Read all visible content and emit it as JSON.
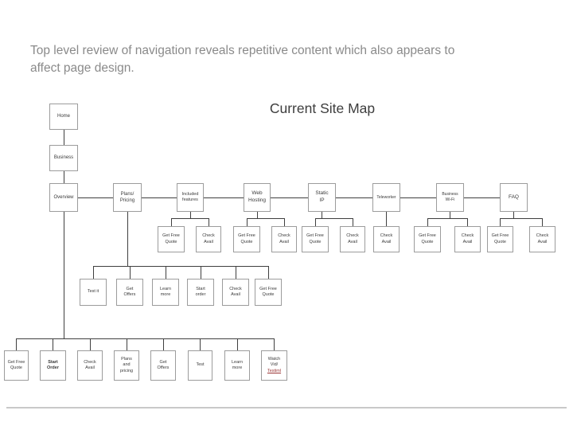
{
  "heading": {
    "lines": [
      "Top level review of navigation reveals repetitive content which also appears to",
      "affect page design."
    ]
  },
  "diagram_title": "Current Site Map",
  "colors": {
    "heading_text": "#8a8a8a",
    "box_border": "#9c9c9c",
    "connector": "#3f3f3f",
    "link_red": "#993333",
    "footer_divider": "#c9c9c9"
  },
  "labels": {
    "home": "Home",
    "business": "Business",
    "overview": "Overview",
    "plans_pricing": "Plans/\nPricing",
    "included_features": "Included\nfeatures",
    "web_hosting": "Web\nHosting",
    "static_ip": "Static\nIP",
    "teleworker": "Teleworker",
    "business_wifi": "Business\nWi-Fi",
    "faq": "FAQ",
    "get_free_quote": "Get Free\nQuote",
    "check_avail": "Check\nAvail",
    "test_it": "Test it",
    "get_offers": "Get\nOffers",
    "learn_more": "Learn\nmore",
    "start_order": "Start\norder",
    "start_order_bold": "Start\nOrder",
    "plans_and_pricing": "Plans\nand\npricing",
    "test": "Test",
    "watch_vid": "Watch\nVid/",
    "testimonial": "Testiml"
  }
}
